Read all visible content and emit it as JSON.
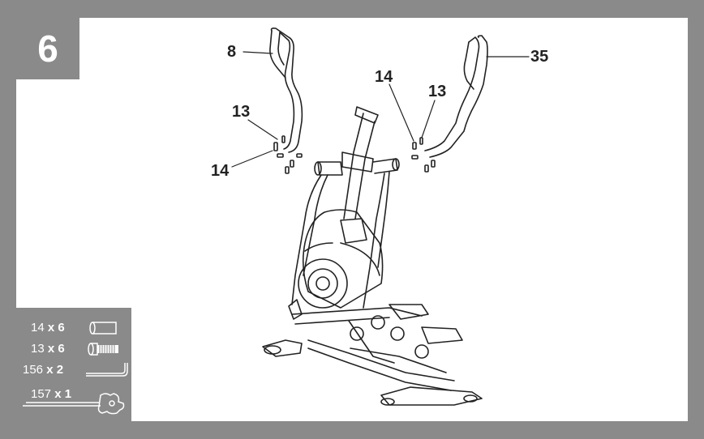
{
  "step": {
    "number": "6"
  },
  "callouts": [
    {
      "id": "c8",
      "label": "8"
    },
    {
      "id": "c35",
      "label": "35"
    },
    {
      "id": "c13a",
      "label": "13"
    },
    {
      "id": "c14a",
      "label": "14"
    },
    {
      "id": "c14b",
      "label": "14"
    },
    {
      "id": "c13b",
      "label": "13"
    }
  ],
  "parts": [
    {
      "part": "14",
      "x": "x",
      "qty": "6",
      "icon": "washer-sleeve-icon"
    },
    {
      "part": "13",
      "x": "x",
      "qty": "6",
      "icon": "bolt-icon"
    },
    {
      "part": "156",
      "x": "x",
      "qty": "2",
      "icon": "allen-key-icon"
    },
    {
      "part": "157",
      "x": "x",
      "qty": "1",
      "icon": "multi-wrench-icon"
    }
  ],
  "colors": {
    "frame": "#8a8a8a",
    "panel": "#ffffff",
    "ink": "#222222"
  }
}
